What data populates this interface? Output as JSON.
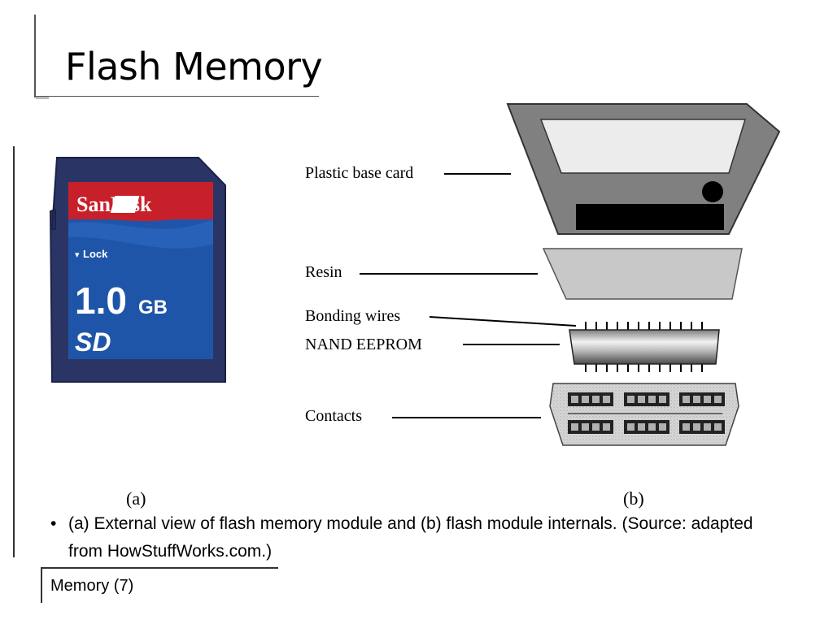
{
  "slide": {
    "title": "Flash Memory",
    "footer": "Memory (7)"
  },
  "figure": {
    "sd_card": {
      "brand": "SanDisk",
      "lock_label": "Lock",
      "capacity": "1.0",
      "capacity_unit": "GB",
      "logo_text": "SD",
      "colors": {
        "body": "#2a3566",
        "brand_band": "#c8202a",
        "face": "#1f55a8"
      }
    },
    "labels": {
      "plastic_base_card": "Plastic base card",
      "resin": "Resin",
      "bonding_wires": "Bonding wires",
      "nand_eeprom": "NAND EEPROM",
      "contacts": "Contacts"
    },
    "panel_a": "(a)",
    "panel_b": "(b)"
  },
  "caption": {
    "bullet": "•",
    "text": "(a) External view of flash memory module and (b) flash module internals. (Source: adapted from HowStuffWorks.com.)"
  }
}
